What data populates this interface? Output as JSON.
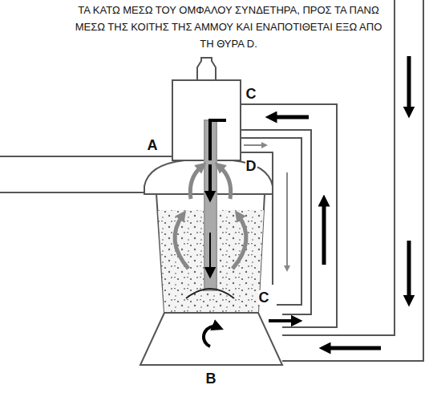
{
  "diagram": {
    "labels": [
      "ΤΑ ΚΑΤΩ ΜΕΣΩ ΤΟΥ ΟΜΦΑΛΟΥ ΣΥΝΔΕΤΗΡΑ, ΠΡΟΣ ΤΑ ΠΑΝΩ ΜΕΣΩ ΤΗΣ ΚΟΙΤΗΣ ΤΗΣ ΑΜΜΟΥ ΚΑΙ ΕΝΑΠΟΤΙΘΕΤΑΙ ΕΞΩ ΑΠΟ ΤΗ ΘΥΡΑ D.",
      "A",
      "C",
      "D",
      "C",
      "B"
    ]
  }
}
